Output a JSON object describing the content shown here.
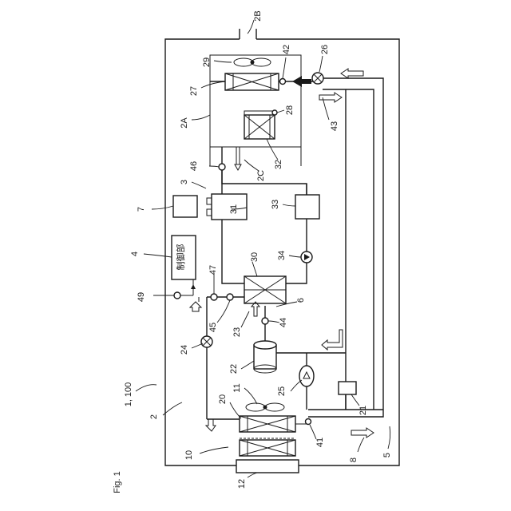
{
  "figure": {
    "title": "Fig. 1"
  },
  "labels": {
    "l2B": "2B",
    "l26": "26",
    "l42": "42",
    "l29": "29",
    "l27": "27",
    "l28": "28",
    "l2A": "2A",
    "l43": "43",
    "l32": "32",
    "l46": "46",
    "l2C": "2C",
    "l3": "3",
    "l7": "7",
    "l31": "31",
    "l33": "33",
    "l4": "4",
    "l30": "30",
    "l34": "34",
    "l49": "49",
    "l47": "47",
    "l6": "6",
    "l45": "45",
    "l23": "23",
    "l44": "44",
    "l24": "24",
    "l22": "22",
    "l11": "11",
    "l25": "25",
    "l1100": "1, 100",
    "l2": "2",
    "l20": "20",
    "l21": "21",
    "l41": "41",
    "l10": "10",
    "l8": "8",
    "l5": "5",
    "l12": "12"
  },
  "control_unit": {
    "label": "制御部"
  }
}
